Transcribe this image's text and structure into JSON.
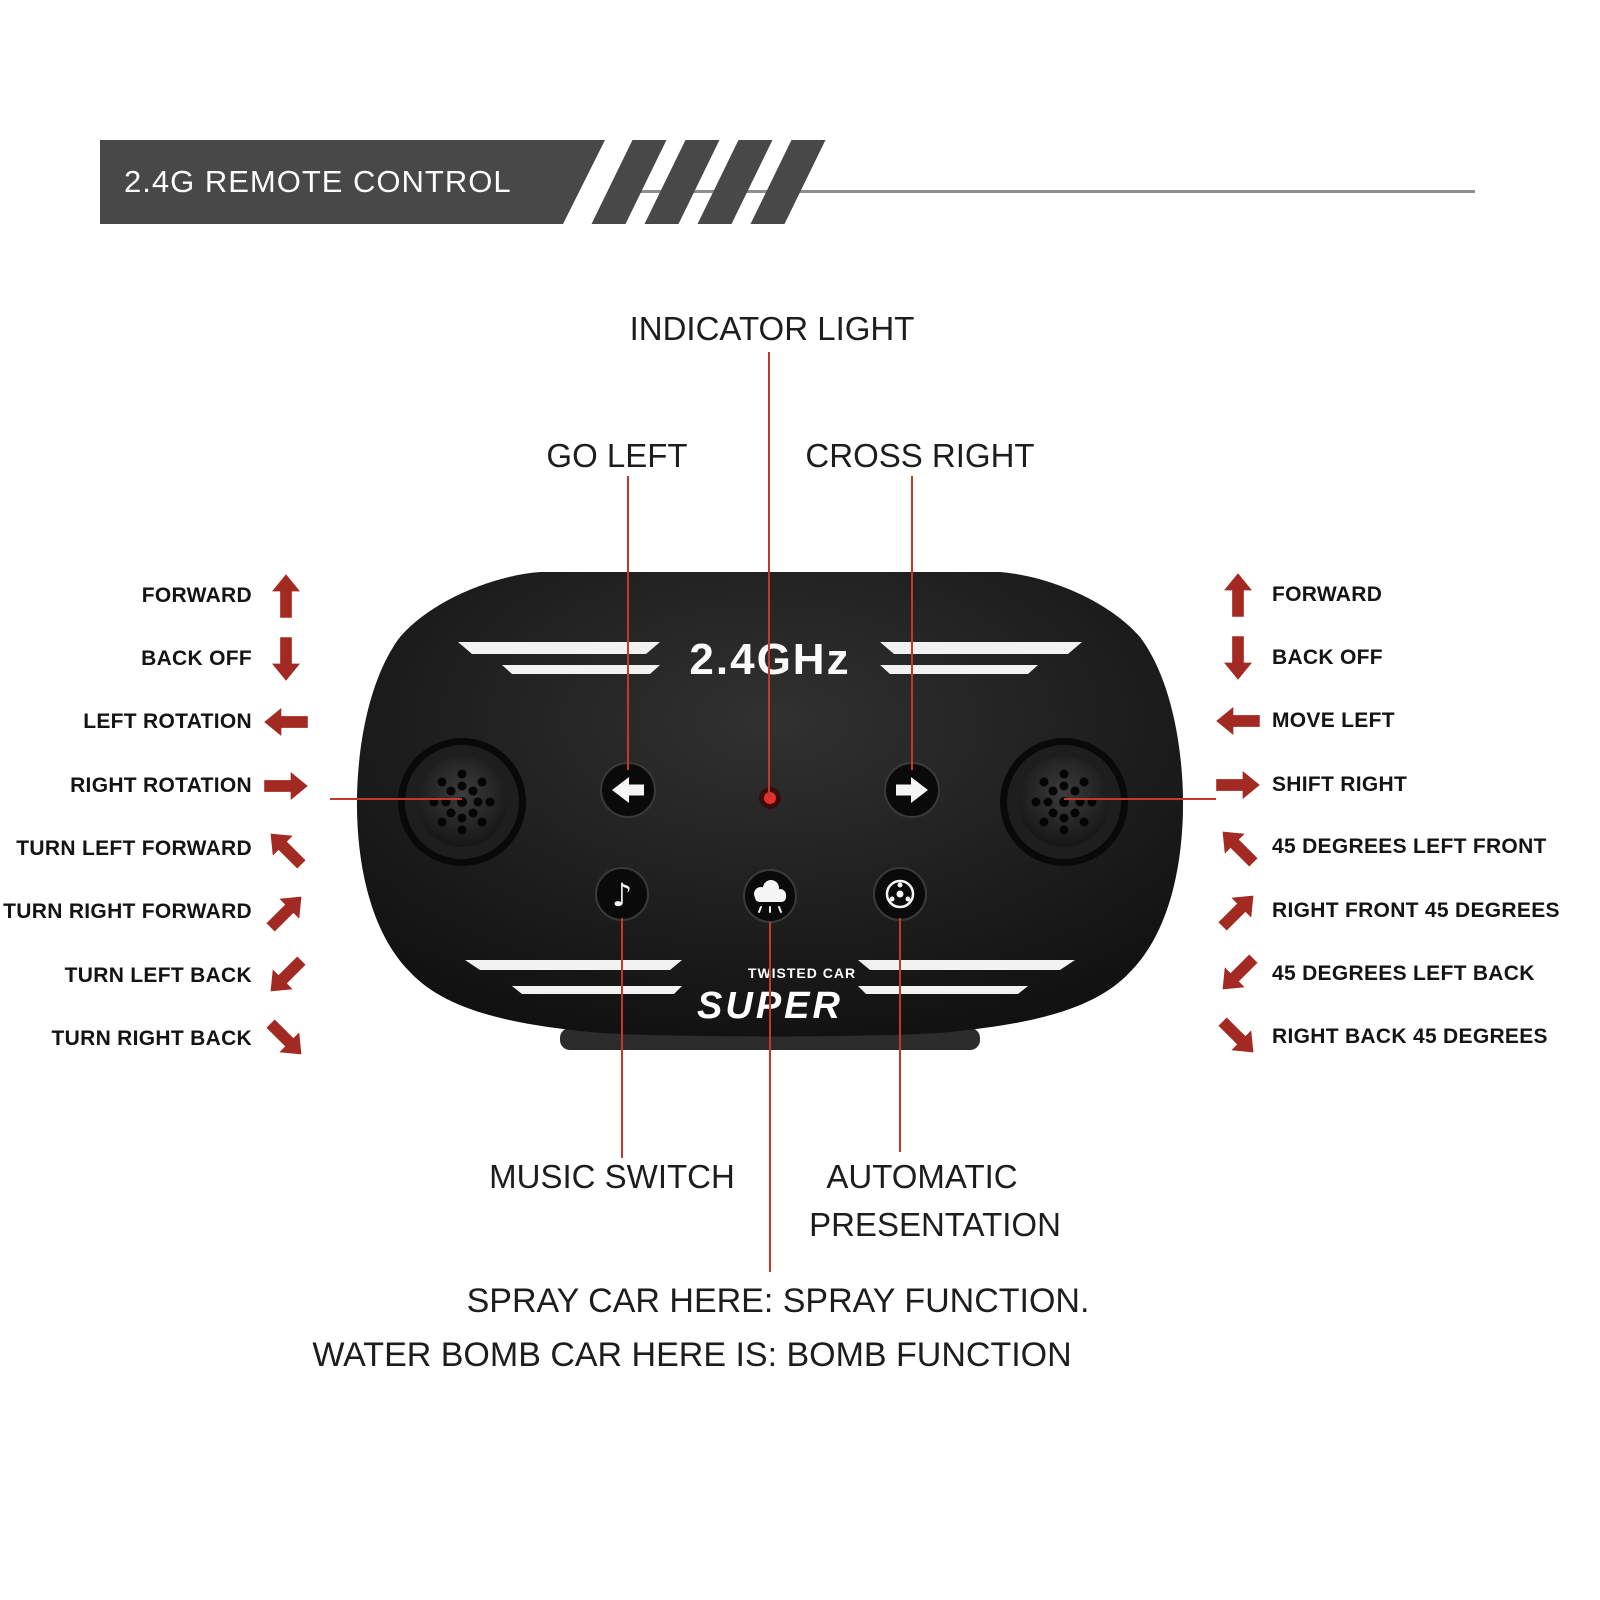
{
  "banner": {
    "title": "2.4G REMOTE CONTROL"
  },
  "device": {
    "frequency_label": "2.4GHz",
    "brand_top": "TWISTED CAR",
    "brand_main": "SUPER"
  },
  "callouts": {
    "indicator_light": "INDICATOR LIGHT",
    "go_left": "GO LEFT",
    "cross_right": "CROSS RIGHT",
    "music_switch": "MUSIC SWITCH",
    "automatic_line1": "AUTOMATIC",
    "automatic_line2": "PRESENTATION",
    "spray_note": "SPRAY CAR HERE: SPRAY FUNCTION.",
    "bomb_note": "WATER BOMB CAR HERE IS: BOMB FUNCTION"
  },
  "left_labels": [
    {
      "text": "FORWARD",
      "dir": "up"
    },
    {
      "text": "BACK OFF",
      "dir": "down"
    },
    {
      "text": "LEFT ROTATION",
      "dir": "left"
    },
    {
      "text": "RIGHT ROTATION",
      "dir": "right"
    },
    {
      "text": "TURN LEFT FORWARD",
      "dir": "up-left"
    },
    {
      "text": "TURN RIGHT FORWARD",
      "dir": "up-right"
    },
    {
      "text": "TURN LEFT BACK",
      "dir": "down-left"
    },
    {
      "text": "TURN RIGHT BACK",
      "dir": "down-right"
    }
  ],
  "right_labels": [
    {
      "text": "FORWARD",
      "dir": "up"
    },
    {
      "text": "BACK OFF",
      "dir": "down"
    },
    {
      "text": "MOVE LEFT",
      "dir": "left"
    },
    {
      "text": "SHIFT RIGHT",
      "dir": "right"
    },
    {
      "text": "45 DEGREES LEFT FRONT",
      "dir": "up-left"
    },
    {
      "text": "RIGHT FRONT 45 DEGREES",
      "dir": "up-right"
    },
    {
      "text": "45 DEGREES LEFT BACK",
      "dir": "down-left"
    },
    {
      "text": "RIGHT BACK 45 DEGREES",
      "dir": "down-right"
    }
  ],
  "icons": {
    "music_glyph": "♪"
  },
  "colors": {
    "arrow_red": "#a32a22",
    "line_red": "#c0392b",
    "banner_gray": "#484848",
    "body_black": "#1d1d1d"
  }
}
